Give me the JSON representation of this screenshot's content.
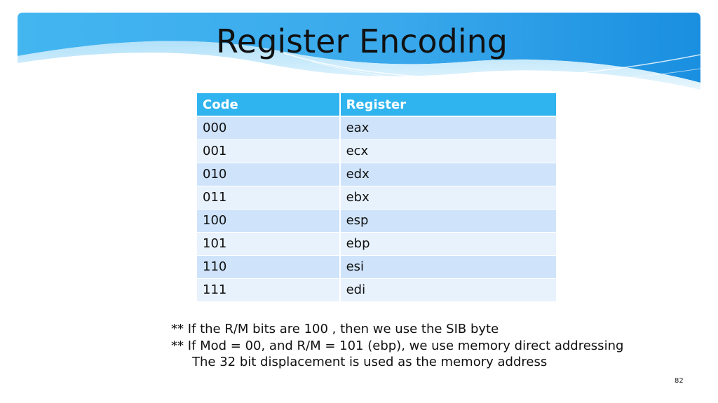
{
  "slide": {
    "title": "Register Encoding",
    "page_number": "82"
  },
  "table": {
    "headers": [
      "Code",
      "Register"
    ],
    "rows": [
      [
        "000",
        "eax"
      ],
      [
        "001",
        "ecx"
      ],
      [
        "010",
        "edx"
      ],
      [
        "011",
        "ebx"
      ],
      [
        "100",
        "esp"
      ],
      [
        "101",
        "ebp"
      ],
      [
        "110",
        "esi"
      ],
      [
        "111",
        "edi"
      ]
    ]
  },
  "notes": {
    "line1": "** If the R/M bits are 100 , then we use the SIB byte",
    "line2": "** If Mod = 00, and R/M = 101 (ebp), we use memory direct addressing",
    "line3": "The 32 bit displacement is used as the memory address"
  },
  "colors": {
    "banner_light": "#5ec8f5",
    "banner_dark": "#1a8fe0",
    "header_bg": "#2fb4ef",
    "row_odd": "#cfe4fb",
    "row_even": "#e8f2fd"
  }
}
